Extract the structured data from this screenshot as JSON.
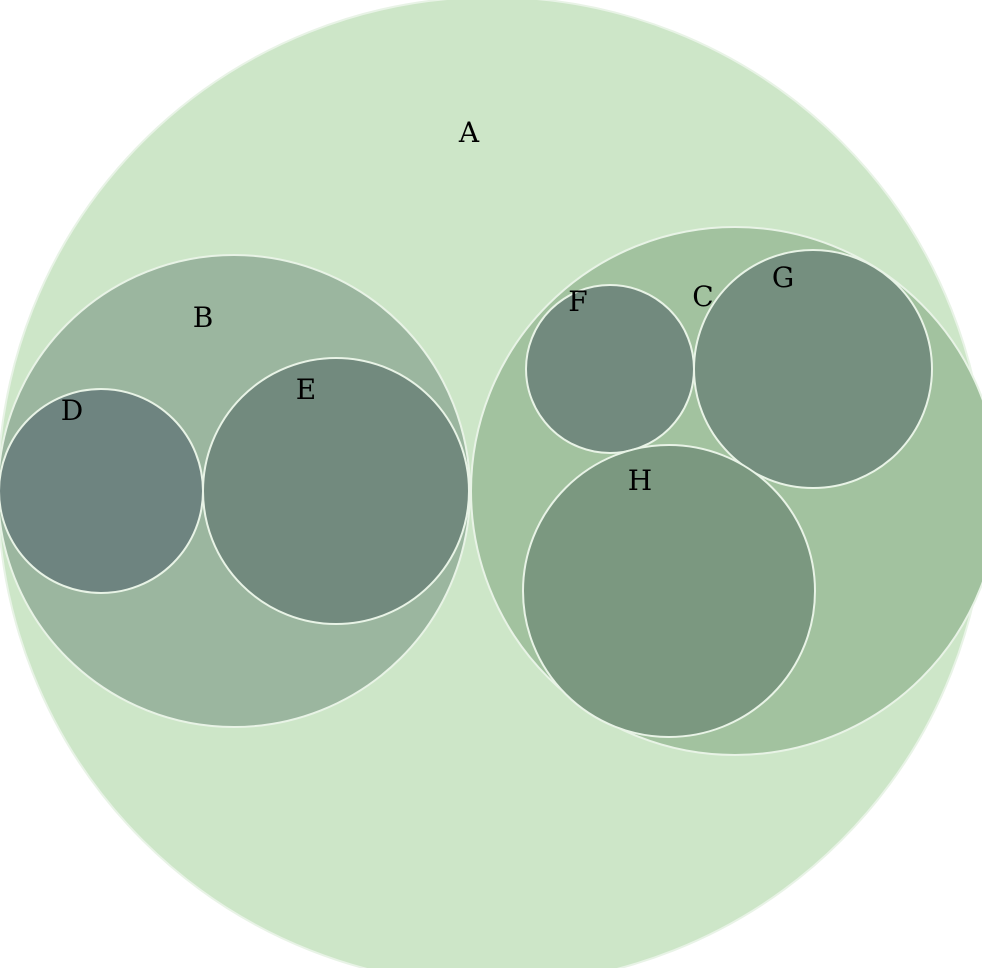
{
  "diagram": {
    "type": "circle-packing",
    "nodes": [
      {
        "id": "A",
        "label": "A",
        "parent": null,
        "color": "#cde6c8"
      },
      {
        "id": "B",
        "label": "B",
        "parent": "A",
        "color": "#9bb69f"
      },
      {
        "id": "C",
        "label": "C",
        "parent": "A",
        "color": "#a2c29f"
      },
      {
        "id": "D",
        "label": "D",
        "parent": "B",
        "color": "#6e8480"
      },
      {
        "id": "E",
        "label": "E",
        "parent": "B",
        "color": "#728a7e"
      },
      {
        "id": "F",
        "label": "F",
        "parent": "C",
        "color": "#728a7e"
      },
      {
        "id": "G",
        "label": "G",
        "parent": "C",
        "color": "#758f7f"
      },
      {
        "id": "H",
        "label": "H",
        "parent": "C",
        "color": "#7b9880"
      }
    ]
  }
}
